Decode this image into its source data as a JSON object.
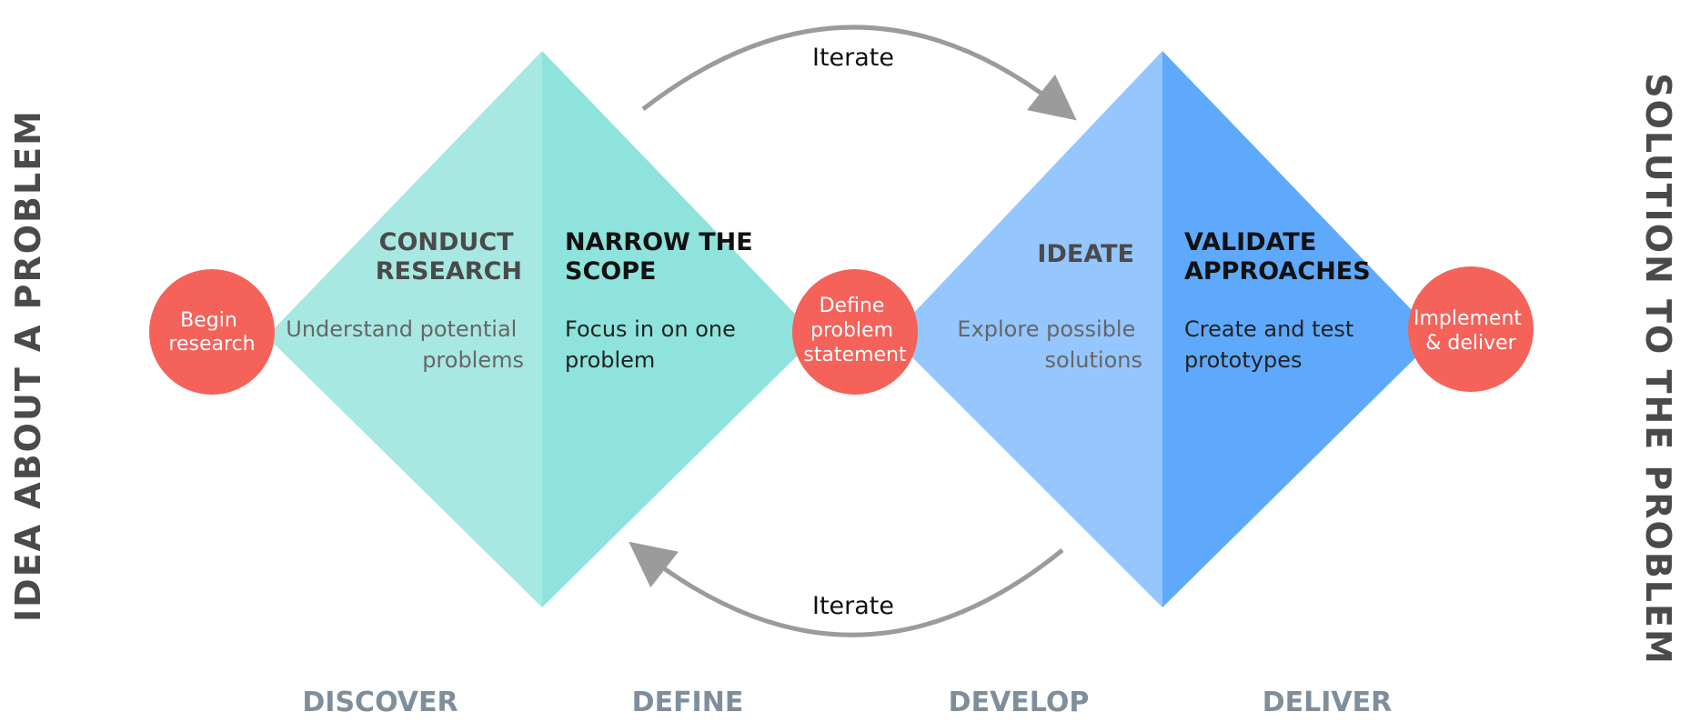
{
  "side_labels": {
    "left": "IDEA ABOUT A PROBLEM",
    "right": "SOLUTION TO THE PROBLEM"
  },
  "iterate": {
    "top": "Iterate",
    "bottom": "Iterate"
  },
  "nodes": {
    "begin": [
      "Begin",
      "research"
    ],
    "define": [
      "Define",
      "problem",
      "statement"
    ],
    "implement": [
      "Implement",
      "& deliver"
    ]
  },
  "diamond1": {
    "left": {
      "title": [
        "CONDUCT",
        "RESEARCH"
      ],
      "desc": [
        "Understand potential",
        "problems"
      ]
    },
    "right": {
      "title": [
        "NARROW THE",
        "SCOPE"
      ],
      "desc": [
        "Focus in on one",
        "problem"
      ]
    }
  },
  "diamond2": {
    "left": {
      "title": [
        "IDEATE"
      ],
      "desc": [
        "Explore possible",
        "solutions"
      ]
    },
    "right": {
      "title": [
        "VALIDATE",
        "APPROACHES"
      ],
      "desc": [
        "Create and test",
        "prototypes"
      ]
    }
  },
  "phases": [
    "DISCOVER",
    "DEFINE",
    "DEVELOP",
    "DELIVER"
  ],
  "colors": {
    "teal_light": "#a8e8e3",
    "teal_dark": "#8ee3dc",
    "blue_light": "#95c6fd",
    "blue_dark": "#5fa9fd",
    "node": "#f4625a",
    "arrow": "#9b9b9b",
    "heading_left": "#4a4a4a",
    "heading_right": "#111111",
    "desc_left": "#666666",
    "desc_right": "#222222",
    "phase": "#7f8e9c"
  }
}
